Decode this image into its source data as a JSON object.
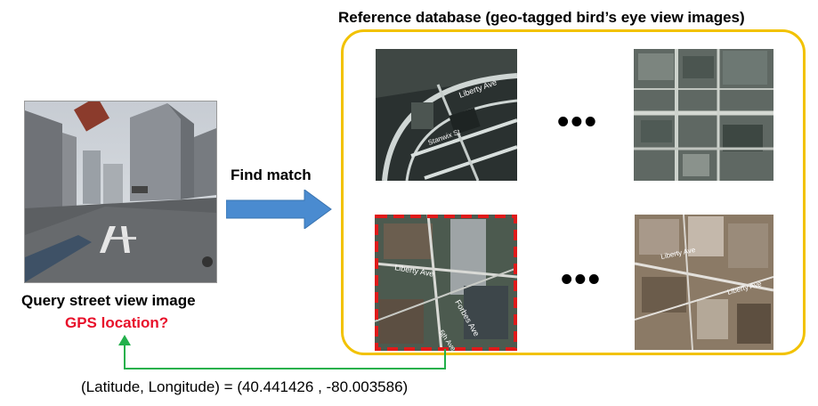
{
  "title": "Reference database (geo-tagged bird’s eye view images)",
  "find_match": "Find match",
  "query_label": "Query street view image",
  "gps_label": "GPS location?",
  "coords_text": "(Latitude, Longitude) = (40.441426  ,  -80.003586)",
  "ellipsis_top": "•••",
  "ellipsis_bottom": "•••",
  "tiles": {
    "top_left": [
      "Liberty Ave",
      "Stanwix St"
    ],
    "bottom_left": [
      "Liberty Ave",
      "Forbes Ave",
      "5th Ave"
    ],
    "bottom_right": [
      "Liberty Ave",
      "Liberty Ave"
    ]
  },
  "colors": {
    "frame": "#f2c200",
    "arrow": "#4a8bd0",
    "match_border": "#e01a1a",
    "connector": "#22b04b",
    "gps_text": "#e8102a"
  }
}
